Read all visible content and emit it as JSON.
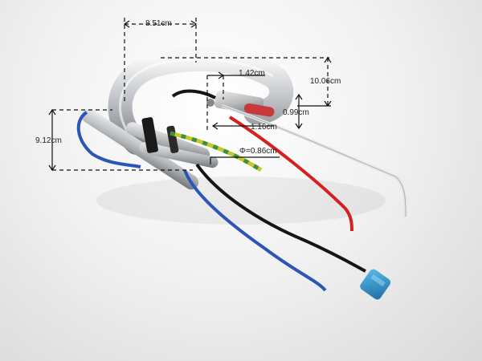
{
  "photo": {
    "subject": "heating element with wires and connector",
    "colors": {
      "metal": "#b9bcc0",
      "wire_blue": "#2b55b8",
      "wire_black": "#151515",
      "wire_red": "#d42020",
      "wire_white": "#f4f4f4",
      "wire_yellow_green": "#c9c82a",
      "connector": "#2f8fc7",
      "dimension_line": "#111111"
    }
  },
  "dimensions": {
    "width_top": "8.51cm",
    "pipe_offset": "1.42cm",
    "height_right": "10.06cm",
    "small_gap": "0.99cm",
    "tip_length": "1.16cm",
    "height_left": "9.12cm",
    "diameter": "Φ=0.86cm"
  }
}
